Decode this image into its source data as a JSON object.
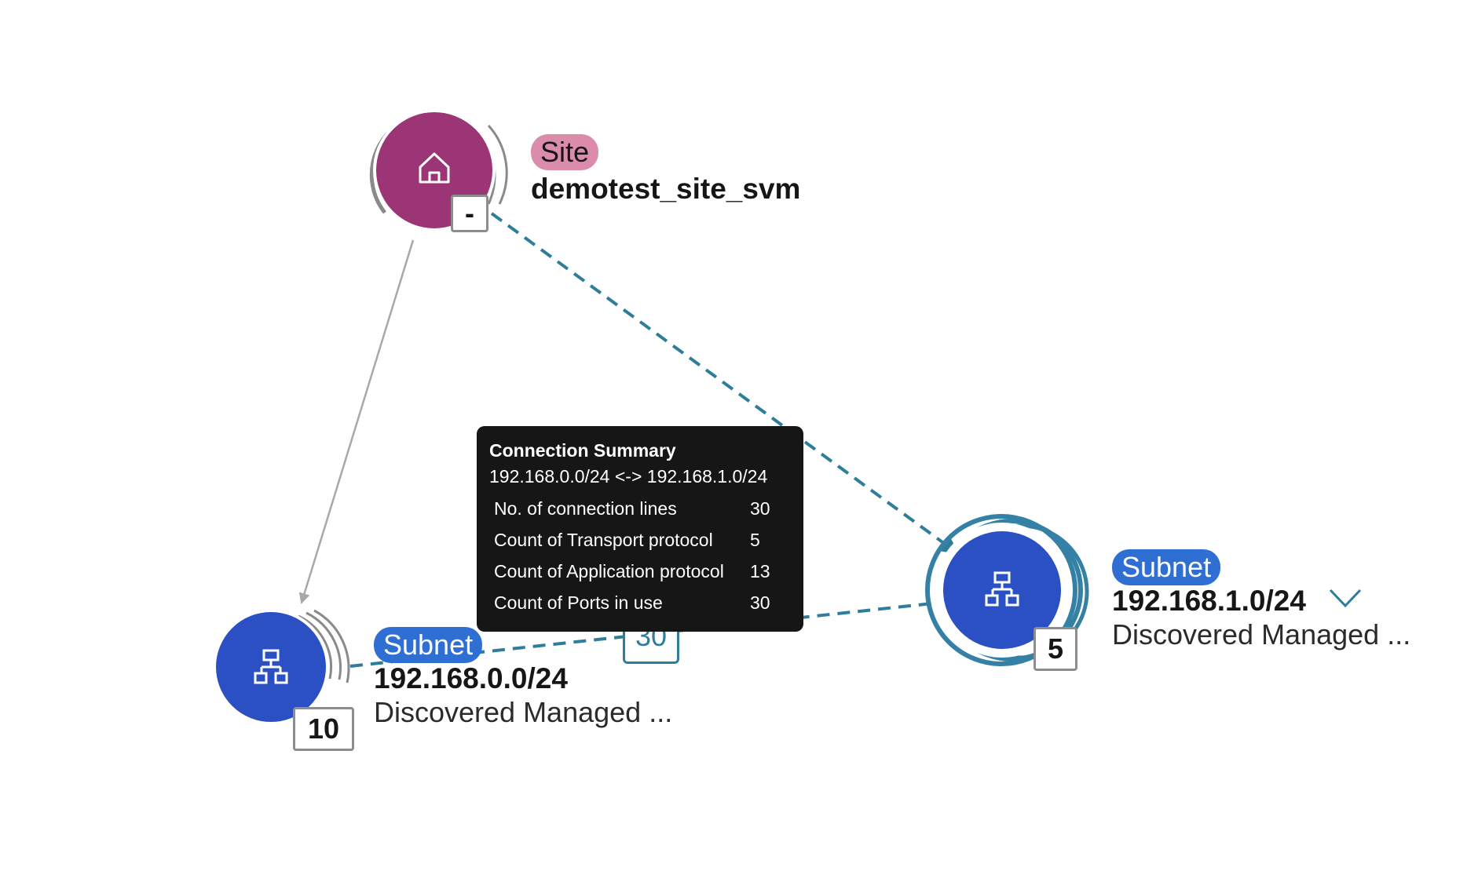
{
  "nodes": {
    "site": {
      "type_label": "Site",
      "name": "demotest_site_svm",
      "count": "-",
      "icon": "home-icon",
      "color": "#9c3575"
    },
    "subnet_a": {
      "type_label": "Subnet",
      "name": "192.168.0.0/24",
      "subtitle": "Discovered Managed ...",
      "count": "10",
      "icon": "network-hierarchy-icon",
      "color": "#2a50c4"
    },
    "subnet_b": {
      "type_label": "Subnet",
      "name": "192.168.1.0/24",
      "subtitle": "Discovered Managed ...",
      "count": "5",
      "icon": "network-hierarchy-icon",
      "color": "#2a50c4",
      "expand_icon": "chevron-down-icon"
    }
  },
  "edges": {
    "subnet_link_count": "30"
  },
  "tooltip": {
    "title": "Connection Summary",
    "subtitle": "192.168.0.0/24 <-> 192.168.1.0/24",
    "rows": [
      {
        "label": "No. of connection lines",
        "value": "30"
      },
      {
        "label": "Count of Transport protocol",
        "value": "5"
      },
      {
        "label": "Count of Application protocol",
        "value": "13"
      },
      {
        "label": "Count of Ports in use",
        "value": "30"
      }
    ]
  },
  "colors": {
    "site": "#9c3575",
    "site_pill": "#dc8cab",
    "subnet": "#2a50c4",
    "subnet_pill": "#2f6fd4",
    "connection_edge": "#2e7d9a",
    "relation_edge": "#a8a8a8",
    "tooltip_bg": "#161616"
  }
}
